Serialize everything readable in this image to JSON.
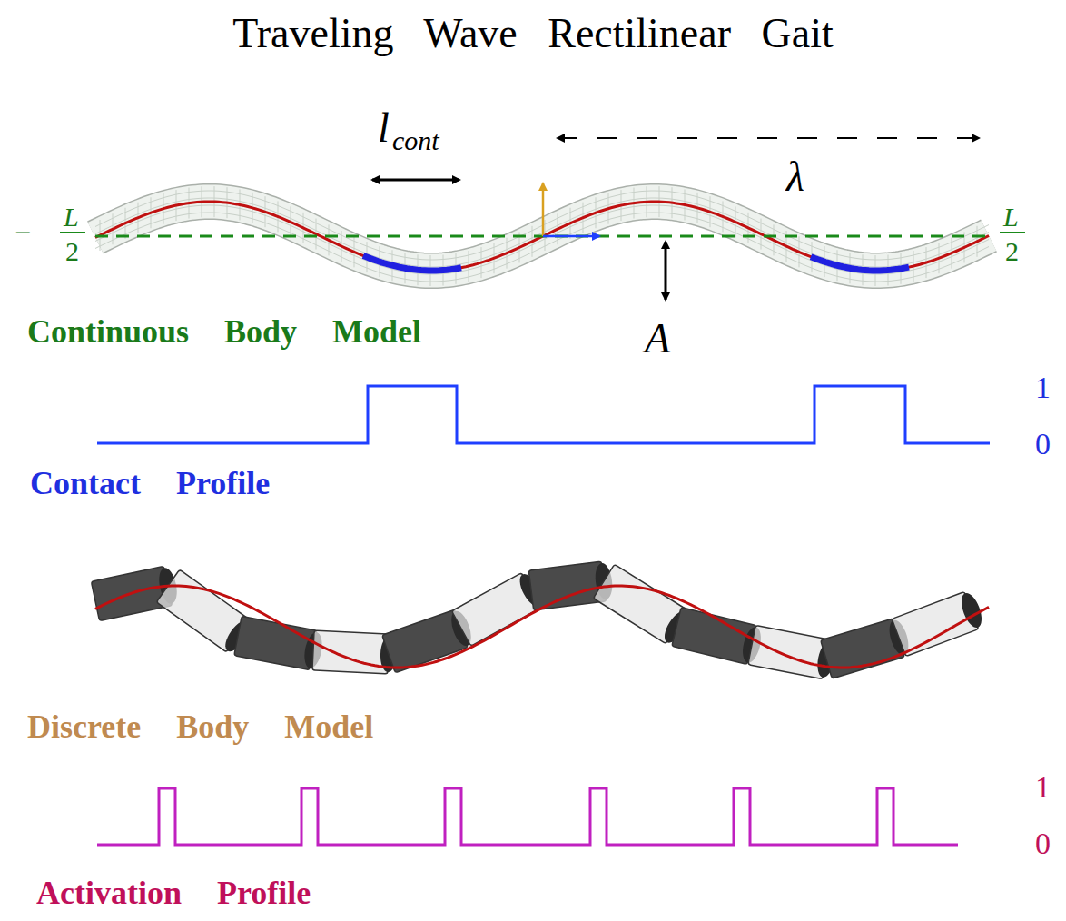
{
  "diagram": {
    "title": "Traveling Wave Rectilinear Gait",
    "labels": [
      "l",
      "cont",
      "λ",
      "−",
      "L",
      "2",
      "L",
      "2",
      "A",
      "Continuous Body Model",
      "1",
      "0",
      "Contact Profile",
      "Discrete Body Model",
      "1",
      "0",
      "Activation Profile"
    ]
  }
}
